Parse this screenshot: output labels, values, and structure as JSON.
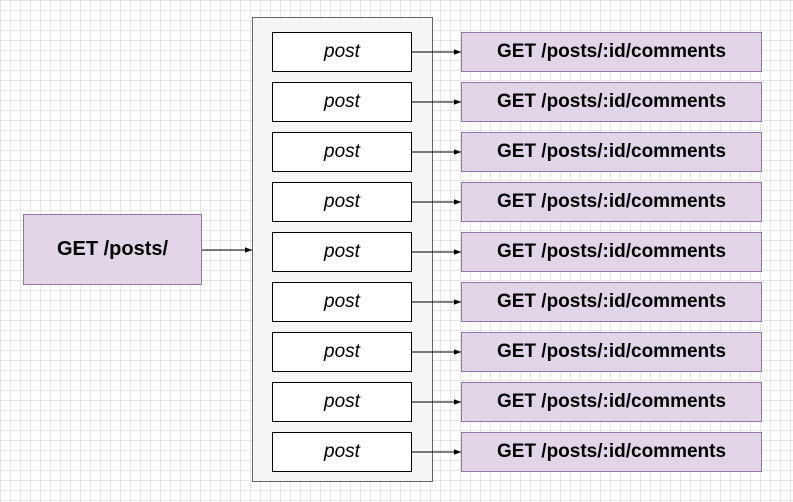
{
  "root": {
    "label": "GET /posts/"
  },
  "items": [
    {
      "post_label": "post",
      "endpoint_label": "GET /posts/:id/comments"
    },
    {
      "post_label": "post",
      "endpoint_label": "GET /posts/:id/comments"
    },
    {
      "post_label": "post",
      "endpoint_label": "GET /posts/:id/comments"
    },
    {
      "post_label": "post",
      "endpoint_label": "GET /posts/:id/comments"
    },
    {
      "post_label": "post",
      "endpoint_label": "GET /posts/:id/comments"
    },
    {
      "post_label": "post",
      "endpoint_label": "GET /posts/:id/comments"
    },
    {
      "post_label": "post",
      "endpoint_label": "GET /posts/:id/comments"
    },
    {
      "post_label": "post",
      "endpoint_label": "GET /posts/:id/comments"
    },
    {
      "post_label": "post",
      "endpoint_label": "GET /posts/:id/comments"
    }
  ],
  "colors": {
    "endpoint_fill": "#e1d5e7",
    "endpoint_stroke": "#9673a6",
    "container_fill": "#f5f5f5",
    "container_stroke": "#666666"
  }
}
